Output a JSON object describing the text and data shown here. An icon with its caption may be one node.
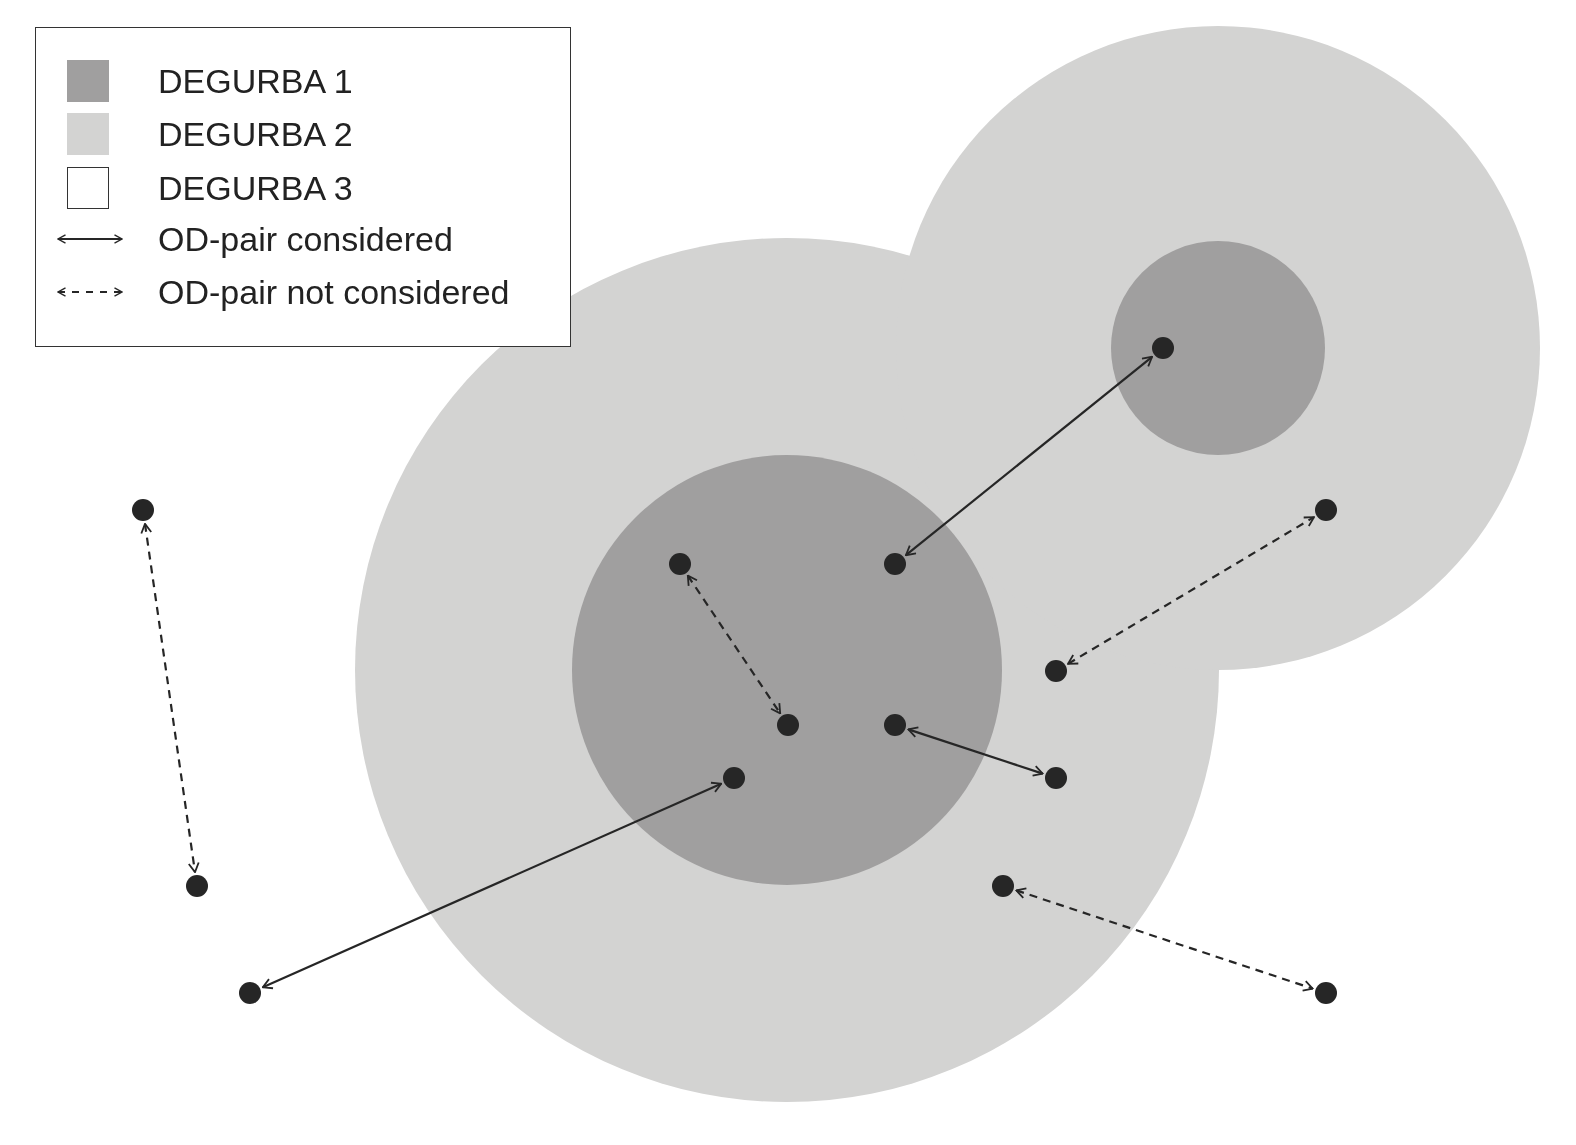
{
  "diagram": {
    "nodes": [
      {
        "text": [],
        "shape": "circle"
      },
      {
        "text": [],
        "shape": "circle"
      },
      {
        "text": [],
        "shape": "circle"
      },
      {
        "text": [],
        "shape": "circle"
      },
      {
        "text": [],
        "shape": "circle"
      },
      {
        "text": [],
        "shape": "circle"
      },
      {
        "text": [],
        "shape": "circle"
      },
      {
        "text": [],
        "shape": "circle"
      },
      {
        "text": [],
        "shape": "circle"
      },
      {
        "text": [],
        "shape": "circle"
      },
      {
        "text": [],
        "shape": "circle"
      },
      {
        "text": [],
        "shape": "circle"
      },
      {
        "text": [],
        "shape": "circle"
      },
      {
        "text": [],
        "shape": "circle"
      }
    ],
    "edges": [
      {
        "from": 4,
        "to": 0,
        "arrow": "both"
      },
      {
        "from": 7,
        "to": 9,
        "arrow": "both"
      },
      {
        "from": 8,
        "to": 12,
        "arrow": "both"
      },
      {
        "from": 1,
        "to": 10,
        "arrow": "both",
        "style": "dashed"
      },
      {
        "from": 3,
        "to": 6,
        "arrow": "both",
        "style": "dashed"
      },
      {
        "from": 5,
        "to": 2,
        "arrow": "both",
        "style": "dashed"
      },
      {
        "from": 11,
        "to": 13,
        "arrow": "both",
        "style": "dashed"
      }
    ],
    "legend": [
      {
        "text": "DEGURBA 1",
        "color": "#a09f9f"
      },
      {
        "text": "DEGURBA 2",
        "color": "#d3d3d2"
      },
      {
        "text": "DEGURBA 3",
        "color": "#ffffff"
      },
      {
        "text": "OD-pair considered"
      },
      {
        "text": "OD-pair not considered"
      }
    ]
  }
}
